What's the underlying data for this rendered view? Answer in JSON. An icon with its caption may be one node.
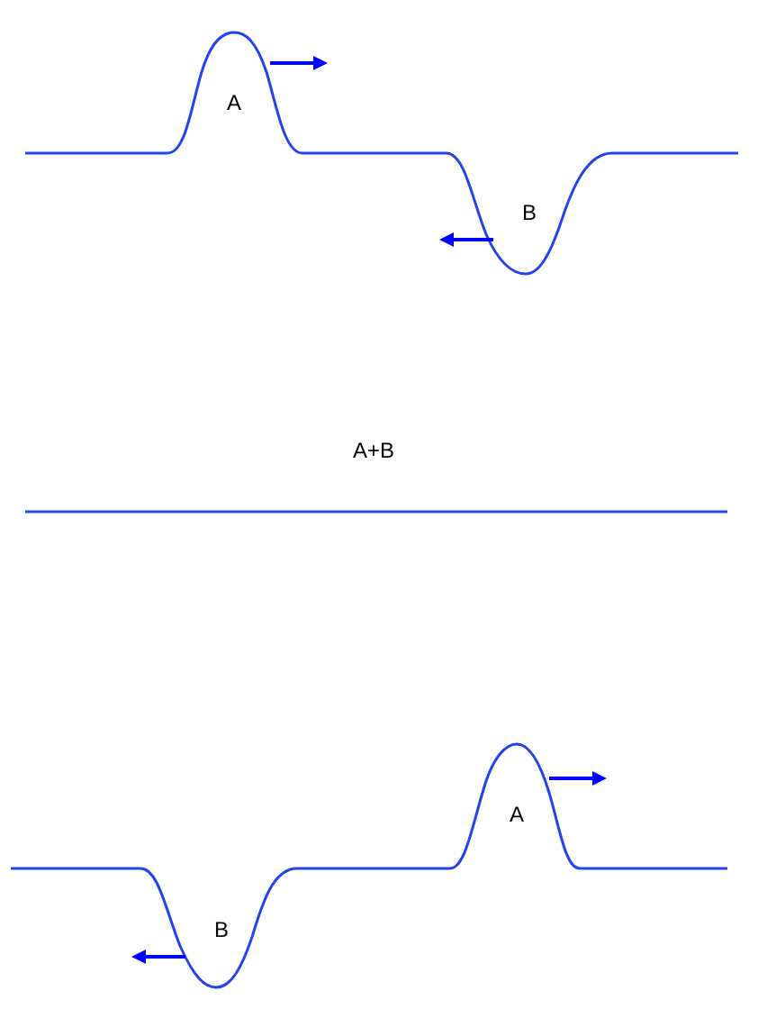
{
  "diagram": {
    "labels": [
      "A",
      "B",
      "A+B",
      "A",
      "B"
    ]
  }
}
